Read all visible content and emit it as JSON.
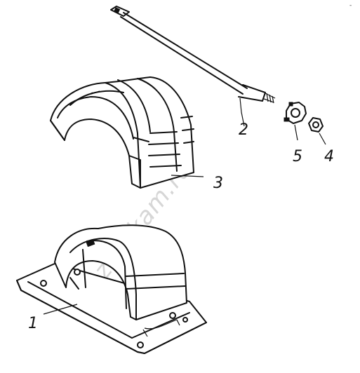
{
  "callouts": {
    "part_1": "1",
    "part_2": "2",
    "part_3": "3",
    "part_4": "4",
    "part_5": "5"
  },
  "watermark": "zap-kam.ru",
  "corner_mark": "-"
}
